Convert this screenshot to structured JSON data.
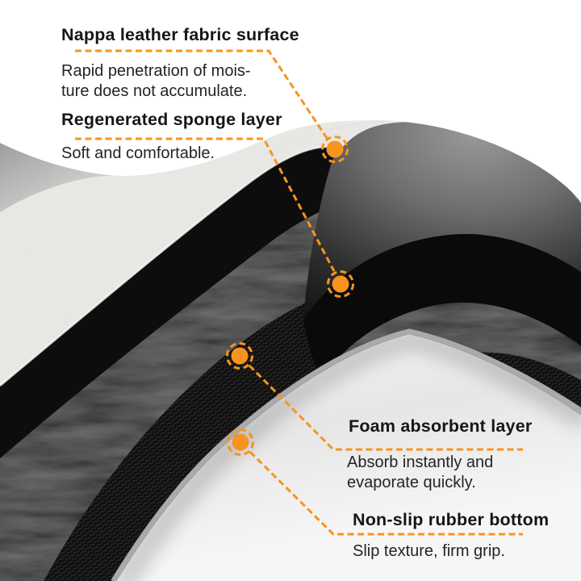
{
  "colors": {
    "accent": "#F7941E",
    "title_text": "#161616",
    "body_text": "#242424"
  },
  "callouts": {
    "nappa": {
      "title": "Nappa leather fabric surface",
      "line1": "Rapid penetration of mois-",
      "line2": "ture does not accumulate."
    },
    "sponge": {
      "title": "Regenerated sponge layer",
      "line1": "Soft and comfortable."
    },
    "foam": {
      "title": "Foam absorbent layer",
      "line1": "Absorb instantly and",
      "line2": "evaporate quickly."
    },
    "rubber": {
      "title": "Non-slip rubber bottom",
      "line1": "Slip texture, firm grip."
    }
  }
}
